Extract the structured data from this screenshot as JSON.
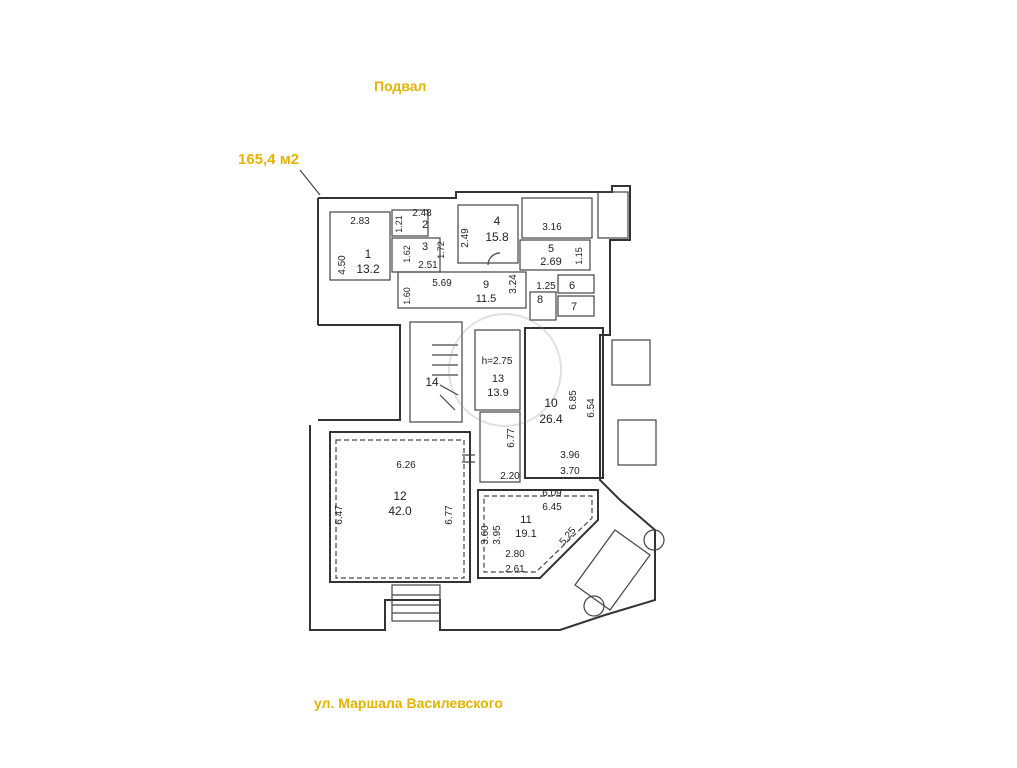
{
  "captions": {
    "floor": "Подвал",
    "area": "165,4 м2",
    "street": "ул. Маршала Василевского"
  },
  "rooms": [
    {
      "num": "1",
      "area": "13.2"
    },
    {
      "num": "2",
      "area": ""
    },
    {
      "num": "3",
      "area": ""
    },
    {
      "num": "4",
      "area": "15.8"
    },
    {
      "num": "5",
      "area": "2.69"
    },
    {
      "num": "6",
      "area": ""
    },
    {
      "num": "7",
      "area": ""
    },
    {
      "num": "8",
      "area": ""
    },
    {
      "num": "9",
      "area": "11.5"
    },
    {
      "num": "10",
      "area": "26.4"
    },
    {
      "num": "11",
      "area": "19.1"
    },
    {
      "num": "12",
      "area": "42.0"
    },
    {
      "num": "13",
      "area": "13.9"
    },
    {
      "num": "14",
      "area": ""
    }
  ],
  "dims": [
    "2.83",
    "4.50",
    "2.48",
    "1.21",
    "1.62",
    "2.51",
    "1.72",
    "2.49",
    "3.16",
    "1.15",
    "1.60",
    "5.69",
    "3.24",
    "1.25",
    "h=2.75",
    "6.85",
    "6.54",
    "3.96",
    "3.70",
    "6.77",
    "2.20",
    "6.26",
    "6.47",
    "6.77",
    "6.09",
    "6.45",
    "3.60",
    "3.95",
    "5.25",
    "2.80",
    "2.61"
  ],
  "colors": {
    "caption": "#e5b300",
    "lines": "#333333"
  }
}
